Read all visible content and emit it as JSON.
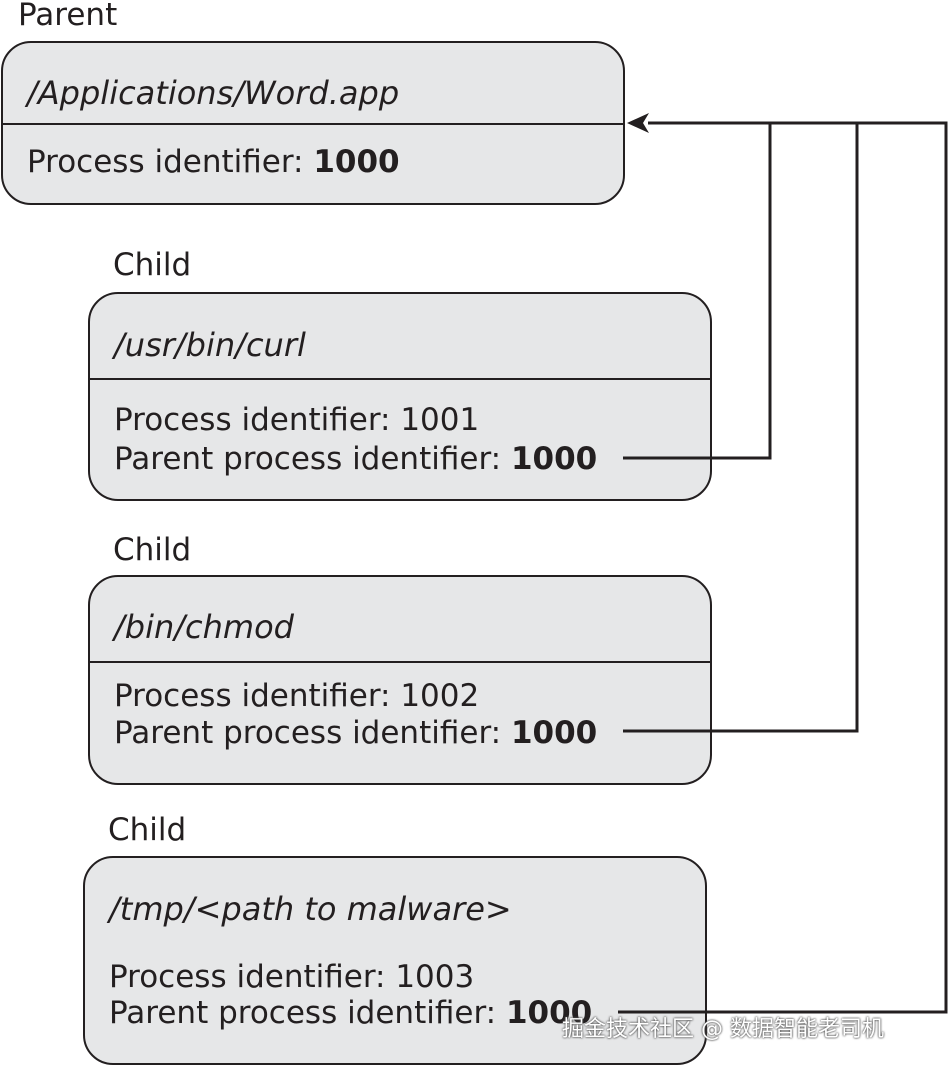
{
  "parent": {
    "role_label": "Parent",
    "path": "/Applications/Word.app",
    "pid_label": "Process identifier: ",
    "pid": "1000"
  },
  "children": [
    {
      "role_label": "Child",
      "path": "/usr/bin/curl",
      "pid_text": "Process identifier: 1001",
      "ppid_label": "Parent process identifier: ",
      "ppid": "1000"
    },
    {
      "role_label": "Child",
      "path": "/bin/chmod",
      "pid_text": "Process identifier: 1002",
      "ppid_label": "Parent process identifier: ",
      "ppid": "1000"
    },
    {
      "role_label": "Child",
      "path": "/tmp/<path to malware>",
      "pid_text": "Process identifier: 1003",
      "ppid_label": "Parent process identifier: ",
      "ppid": "1000"
    }
  ],
  "watermark": "掘金技术社区 @ 数据智能老司机",
  "colors": {
    "box_fill": "#e6e7e8",
    "stroke": "#231f20",
    "background": "#ffffff"
  }
}
